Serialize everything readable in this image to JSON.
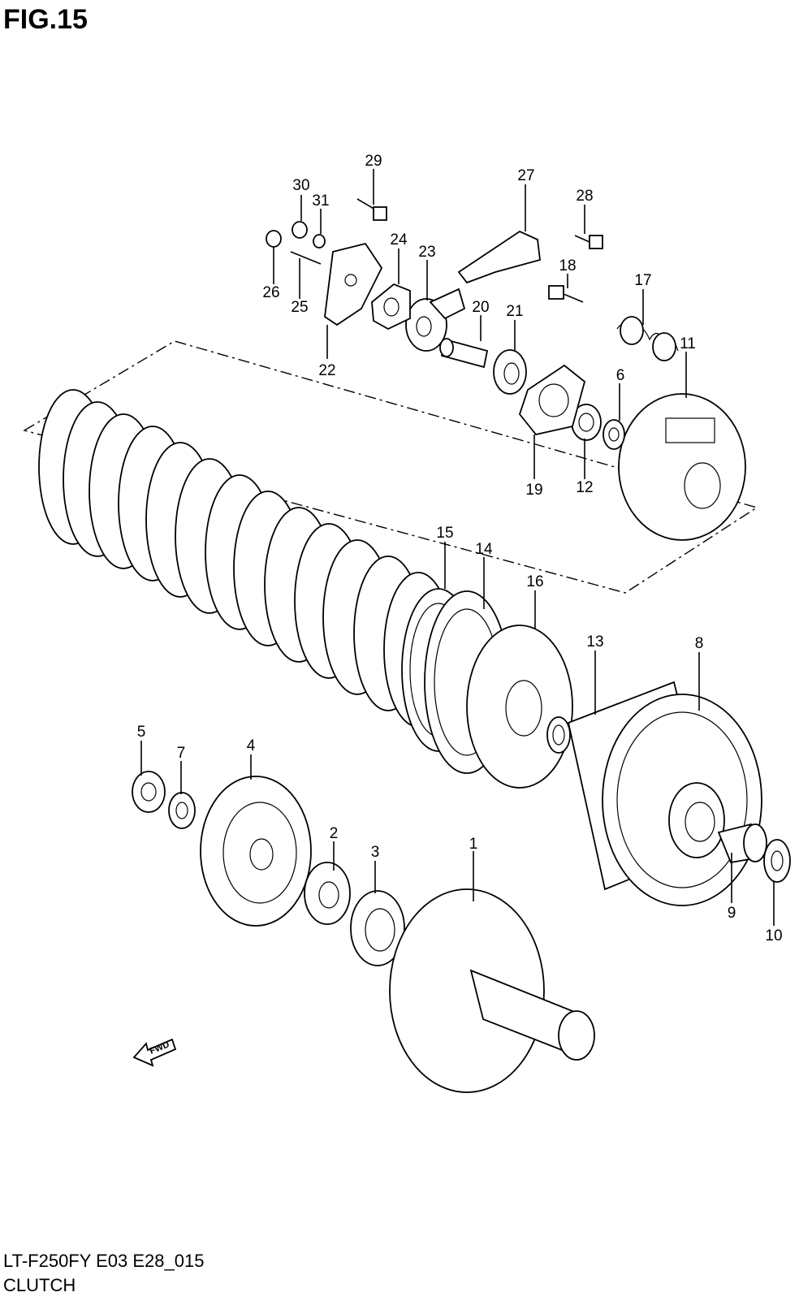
{
  "figure": {
    "title": "FIG.15"
  },
  "footer": {
    "model_code": "LT-F250FY E03 E28_015",
    "section_name": "CLUTCH"
  },
  "direction_marker": {
    "label": "FWD"
  },
  "callouts": [
    "1",
    "2",
    "3",
    "4",
    "5",
    "6",
    "7",
    "8",
    "9",
    "10",
    "11",
    "12",
    "13",
    "14",
    "15",
    "16",
    "17",
    "18",
    "19",
    "20",
    "21",
    "22",
    "23",
    "24",
    "25",
    "26",
    "27",
    "28",
    "29",
    "30",
    "31"
  ]
}
